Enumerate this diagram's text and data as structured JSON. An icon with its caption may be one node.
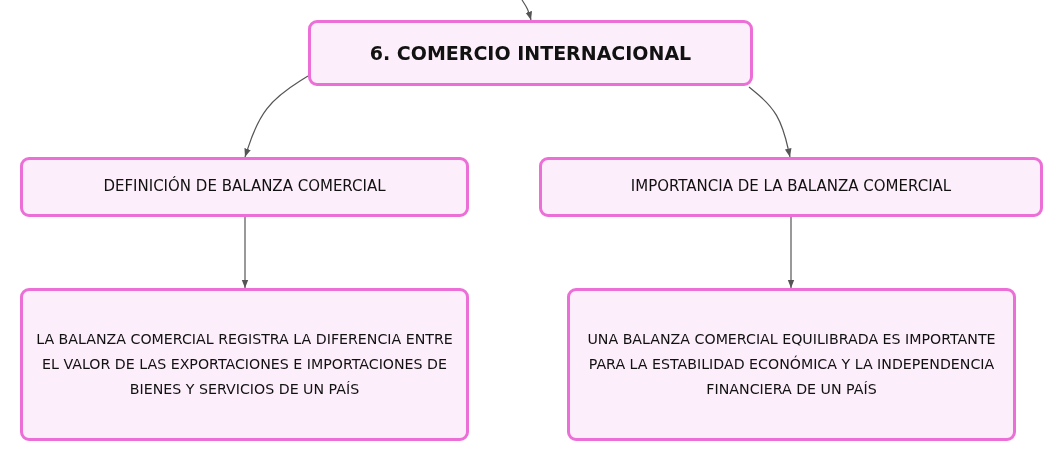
{
  "diagram": {
    "nodes": [
      {
        "text": [
          "6. COMERCIO INTERNACIONAL"
        ]
      },
      {
        "text": [
          "DEFINICIÓN DE BALANZA COMERCIAL"
        ]
      },
      {
        "text": [
          "IMPORTANCIA DE LA BALANZA COMERCIAL"
        ]
      },
      {
        "text": [
          "LA BALANZA COMERCIAL REGISTRA LA DIFERENCIA ENTRE EL VALOR DE LAS EXPORTACIONES E IMPORTACIONES DE BIENES Y SERVICIOS DE UN PAÍS"
        ]
      },
      {
        "text": [
          "UNA BALANZA COMERCIAL EQUILIBRADA ES IMPORTANTE PARA LA ESTABILIDAD ECONÓMICA Y LA INDEPENDENCIA FINANCIERA DE UN PAÍS"
        ]
      }
    ],
    "edges": [
      {
        "from": null,
        "to": 0,
        "arrow": "to"
      },
      {
        "from": 0,
        "to": 1,
        "arrow": "to"
      },
      {
        "from": 0,
        "to": 2,
        "arrow": "to"
      },
      {
        "from": 1,
        "to": 3,
        "arrow": "to"
      },
      {
        "from": 2,
        "to": 4,
        "arrow": "to"
      }
    ]
  }
}
